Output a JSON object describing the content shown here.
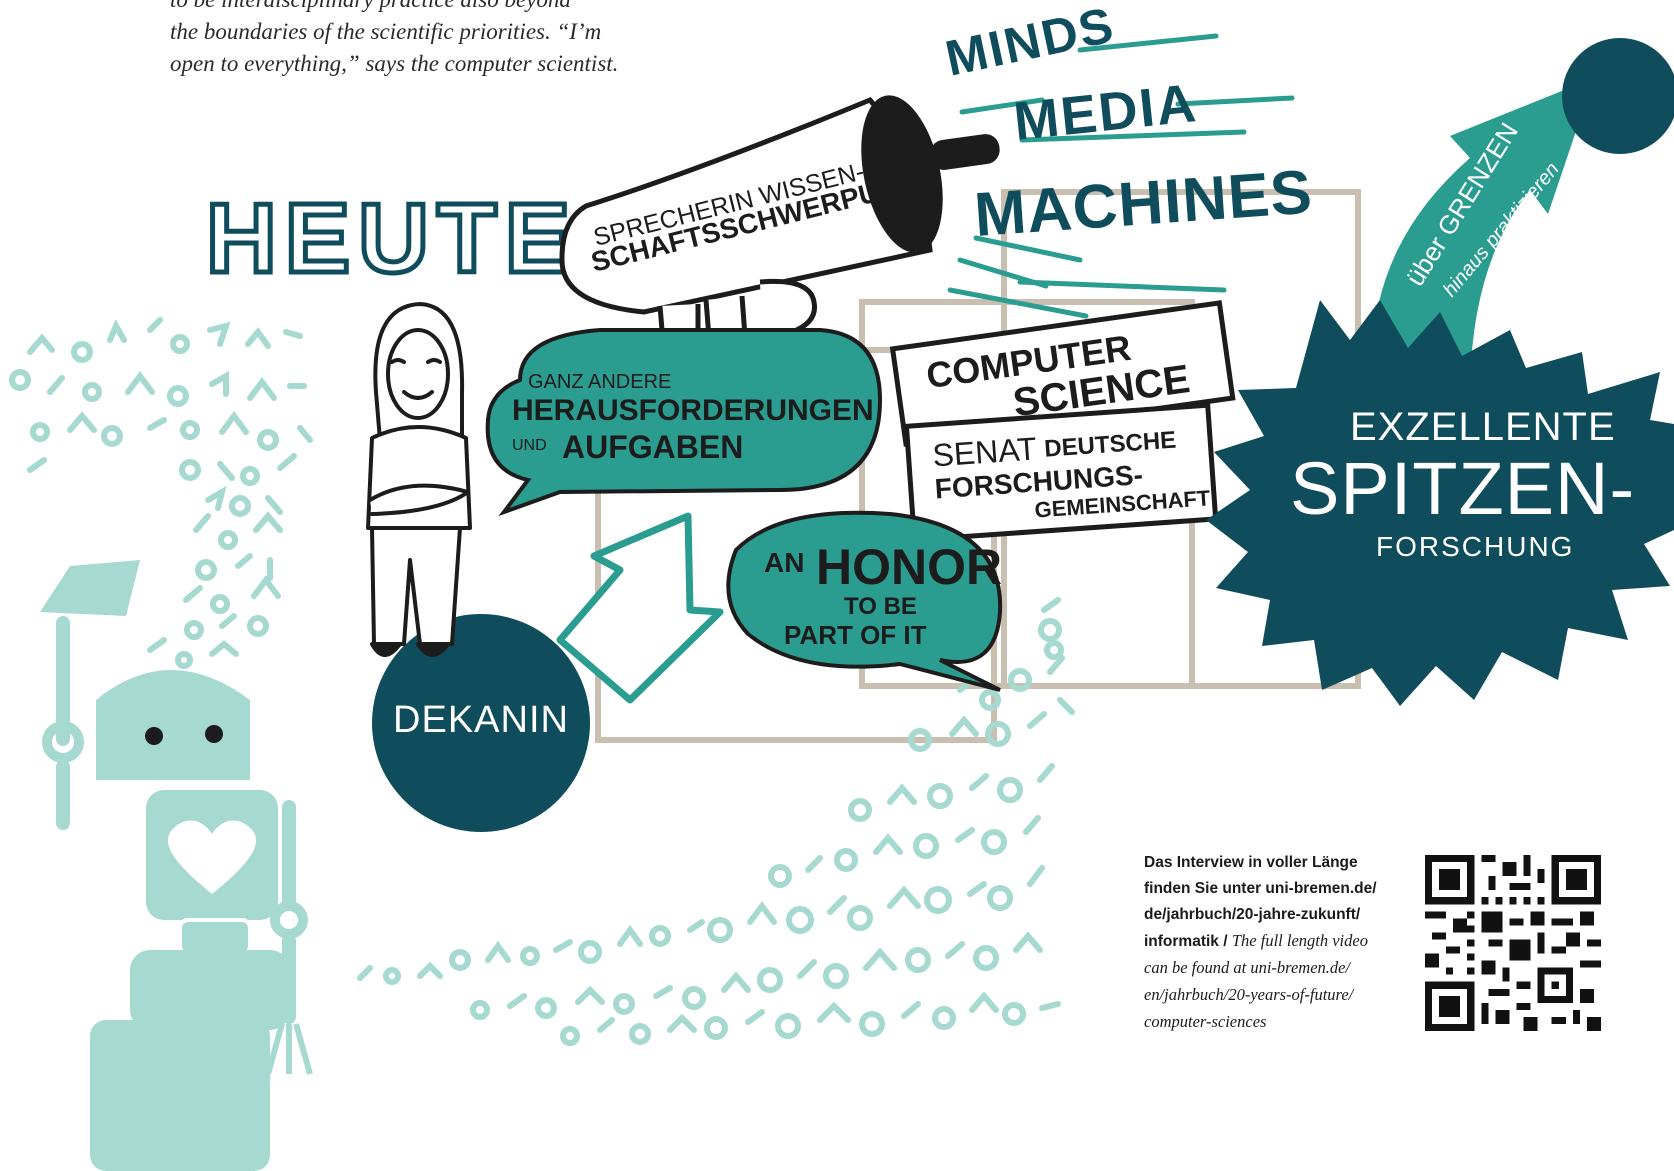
{
  "intro_quote": {
    "lines": [
      "to be interdisciplinary practice also beyond",
      "the boundaries of the scientific priorities. “I’m",
      "open to everything,” says the computer scientist."
    ]
  },
  "illustration": {
    "heute": "HEUTE",
    "megaphone": {
      "line1": "SPRECHERIN WISSEN-",
      "line2": "SCHAFTSSCHWERPUNKT"
    },
    "themes": [
      "MINDS",
      "MEDIA",
      "MACHINES"
    ],
    "box_computer_science": {
      "line1": "COMPUTER",
      "line2": "SCIENCE"
    },
    "box_senat": {
      "line1": "SENAT",
      "line2": "DEUTSCHE",
      "line3": "FORSCHUNGS-",
      "line4": "GEMEINSCHAFT"
    },
    "bubble_challenges": {
      "line1": "GANZ ANDERE",
      "line2": "HERAUSFORDERUNGEN",
      "line3a": "UND",
      "line3b": "AUFGABEN"
    },
    "bubble_honor": {
      "line1a": "AN",
      "line1b": "HONOR",
      "line2": "TO BE",
      "line3": "PART OF IT"
    },
    "dekanin": "DEKANIN",
    "arrow_text": {
      "line1": "über GRENZEN",
      "line2": "hinaus praktizieren"
    },
    "burst": {
      "line1": "EXZELLENTE",
      "line2": "SPITZEN-",
      "line3": "FORSCHUNG"
    }
  },
  "interview_note": {
    "de_line1": "Das Interview in voller Länge",
    "de_line2": "finden Sie unter uni-bremen.de/",
    "de_line3": "de/jahrbuch/20-jahre-zukunft/",
    "de_line4": "informatik /",
    "en_line1": "The full length video",
    "en_line2": "can be found at uni-bremen.de/",
    "en_line3": "en/jahrbuch/20-years-of-future/",
    "en_line4": "computer-sciences"
  },
  "colors": {
    "teal": "#2a9d90",
    "dark_teal": "#0f4d5c",
    "mint": "#a6d9d0",
    "beige": "#c8bfb0",
    "ink": "#1c1c1c"
  }
}
